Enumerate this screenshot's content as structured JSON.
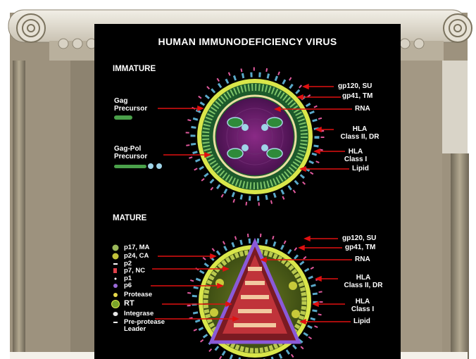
{
  "title": "HUMAN IMMUNODEFICIENCY VIRUS",
  "colors": {
    "panel": "#000000",
    "slide_bg": "#9a8f7c",
    "frame": "#d8d2c4",
    "arrow": "#e01010",
    "membrane": "#d9e64a",
    "capsid": "#2a7a3a",
    "core": "#6b1f6a",
    "matrix": "#a7b944"
  },
  "immature": {
    "heading": "IMMATURE",
    "left_labels": [
      {
        "line1": "Gag",
        "line2": "Precursor"
      },
      {
        "line1": "Gag-Pol",
        "line2": "Precursor"
      }
    ],
    "right_labels": [
      {
        "line1": "gp120, SU",
        "line2": ""
      },
      {
        "line1": "gp41, TM",
        "line2": ""
      },
      {
        "line1": "RNA",
        "line2": ""
      },
      {
        "line1": "HLA",
        "line2": "Class II, DR"
      },
      {
        "line1": "HLA",
        "line2": "Class I"
      },
      {
        "line1": "Lipid",
        "line2": ""
      }
    ]
  },
  "mature": {
    "heading": "MATURE",
    "legend": [
      {
        "label": "p17, MA",
        "icon": "green-sphere-icon"
      },
      {
        "label": "p24, CA",
        "icon": "olive-sphere-icon"
      },
      {
        "label": "p2",
        "icon": "dash-icon"
      },
      {
        "label": "p7, NC",
        "icon": "red-bead-icon"
      },
      {
        "label": "p1",
        "icon": "dot-icon"
      },
      {
        "label": "p6",
        "icon": "purple-dot-icon"
      },
      {
        "label": "Protease",
        "icon": "yellow-dot-icon"
      },
      {
        "label": "RT",
        "icon": "green-ball-icon"
      },
      {
        "label": "Integrase",
        "icon": "white-blob-icon"
      },
      {
        "label": "Pre-protease",
        "label2": "Leader",
        "icon": "dash-icon"
      }
    ],
    "right_labels": [
      {
        "line1": "gp120, SU",
        "line2": ""
      },
      {
        "line1": "gp41, TM",
        "line2": ""
      },
      {
        "line1": "RNA",
        "line2": ""
      },
      {
        "line1": "HLA",
        "line2": "Class II, DR"
      },
      {
        "line1": "HLA",
        "line2": "Class I"
      },
      {
        "line1": "Lipid",
        "line2": ""
      }
    ]
  }
}
